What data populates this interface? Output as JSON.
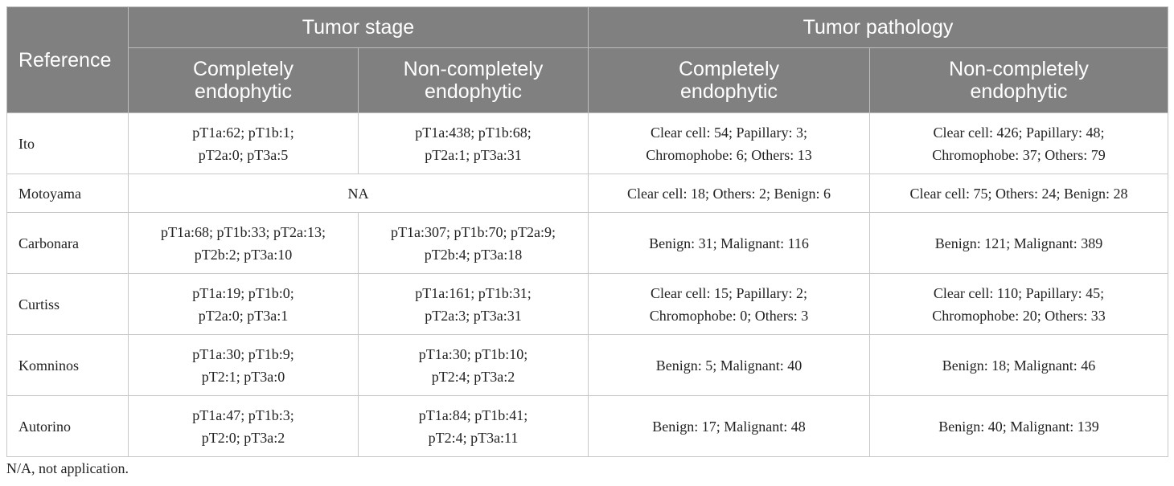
{
  "header": {
    "reference": "Reference",
    "group1": "Tumor stage",
    "group2": "Tumor pathology",
    "sub": [
      [
        "Completely",
        "endophytic"
      ],
      [
        "Non-completely",
        "endophytic"
      ],
      [
        "Completely",
        "endophytic"
      ],
      [
        "Non-completely",
        "endophytic"
      ]
    ]
  },
  "rows": [
    {
      "reference": "Ito",
      "stage_complete": [
        "pT1a:62; pT1b:1;",
        "pT2a:0; pT3a:5"
      ],
      "stage_noncomplete": [
        "pT1a:438; pT1b:68;",
        "pT2a:1; pT3a:31"
      ],
      "path_complete": [
        "Clear cell: 54; Papillary: 3;",
        "Chromophobe: 6; Others: 13"
      ],
      "path_noncomplete": [
        "Clear cell: 426; Papillary: 48;",
        "Chromophobe: 37; Others: 79"
      ]
    },
    {
      "reference": "Motoyama",
      "stage_merged": "NA",
      "path_complete": [
        "Clear cell: 18; Others: 2; Benign: 6"
      ],
      "path_noncomplete": [
        "Clear cell: 75; Others: 24; Benign: 28"
      ]
    },
    {
      "reference": "Carbonara",
      "stage_complete": [
        "pT1a:68; pT1b:33; pT2a:13;",
        "pT2b:2; pT3a:10"
      ],
      "stage_noncomplete": [
        "pT1a:307; pT1b:70; pT2a:9;",
        "pT2b:4; pT3a:18"
      ],
      "path_complete": [
        "Benign: 31; Malignant: 116"
      ],
      "path_noncomplete": [
        "Benign: 121; Malignant: 389"
      ]
    },
    {
      "reference": "Curtiss",
      "stage_complete": [
        "pT1a:19; pT1b:0;",
        "pT2a:0; pT3a:1"
      ],
      "stage_noncomplete": [
        "pT1a:161; pT1b:31;",
        "pT2a:3; pT3a:31"
      ],
      "path_complete": [
        "Clear cell: 15; Papillary: 2;",
        "Chromophobe: 0; Others: 3"
      ],
      "path_noncomplete": [
        "Clear cell: 110; Papillary: 45;",
        "Chromophobe: 20; Others: 33"
      ]
    },
    {
      "reference": "Komninos",
      "stage_complete": [
        "pT1a:30; pT1b:9;",
        "pT2:1; pT3a:0"
      ],
      "stage_noncomplete": [
        "pT1a:30; pT1b:10;",
        "pT2:4; pT3a:2"
      ],
      "path_complete": [
        "Benign: 5; Malignant: 40"
      ],
      "path_noncomplete": [
        "Benign: 18; Malignant: 46"
      ]
    },
    {
      "reference": "Autorino",
      "stage_complete": [
        "pT1a:47; pT1b:3;",
        "pT2:0; pT3a:2"
      ],
      "stage_noncomplete": [
        "pT1a:84; pT1b:41;",
        "pT2:4; pT3a:11"
      ],
      "path_complete": [
        "Benign: 17; Malignant: 48"
      ],
      "path_noncomplete": [
        "Benign: 40; Malignant: 139"
      ]
    }
  ],
  "footnote": "N/A, not application."
}
